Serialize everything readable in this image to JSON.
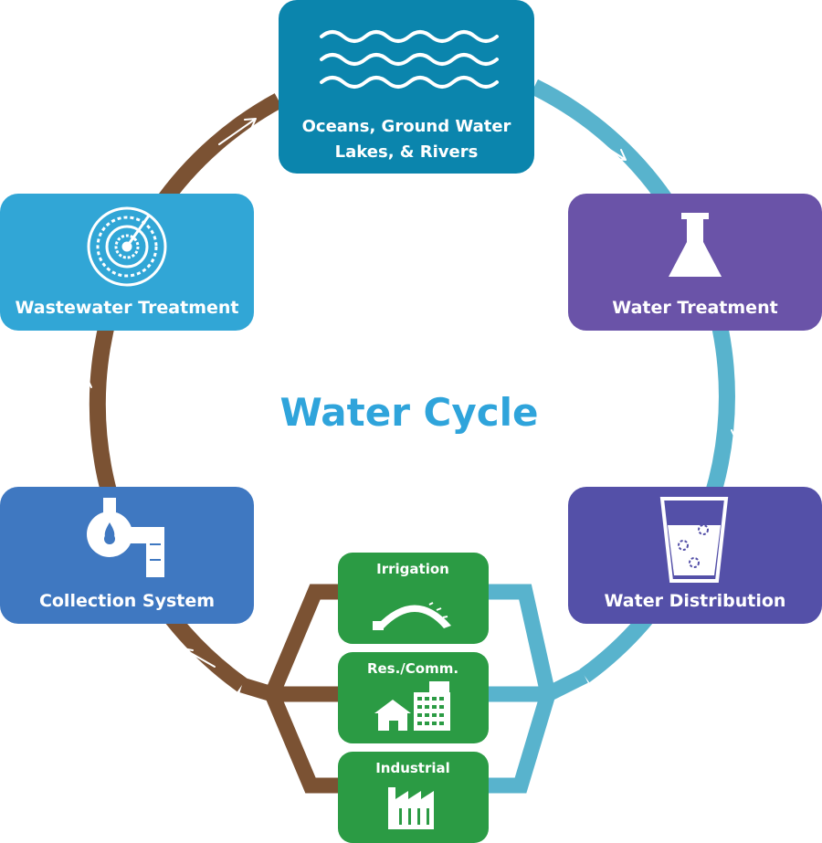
{
  "title": "Water Cycle",
  "stages": {
    "oceans": {
      "line1": "Oceans, Ground Water",
      "line2": "Lakes, & Rivers",
      "icon": "waves-icon",
      "color": "#0b85ad"
    },
    "water_treatment": {
      "label": "Water Treatment",
      "icon": "flask-icon",
      "color": "#6a53a8"
    },
    "water_distribution": {
      "label": "Water Distribution",
      "icon": "glass-of-water-icon",
      "color": "#5450a8"
    },
    "collection_system": {
      "label": "Collection System",
      "icon": "pipe-icon",
      "color": "#3f78c1"
    },
    "wastewater_treatment": {
      "label": "Wastewater Treatment",
      "icon": "clarifier-icon",
      "color": "#31a6d6"
    }
  },
  "uses": {
    "irrigation": {
      "label": "Irrigation",
      "icon": "sprinkler-icon"
    },
    "res_comm": {
      "label": "Res./Comm.",
      "icon": "house-and-building-icon"
    },
    "industrial": {
      "label": "Industrial",
      "icon": "factory-icon"
    },
    "color": "#2b9b44"
  },
  "colors": {
    "clean_flow": "#58b3cd",
    "waste_flow": "#7b5233",
    "title": "#2fa4db"
  }
}
